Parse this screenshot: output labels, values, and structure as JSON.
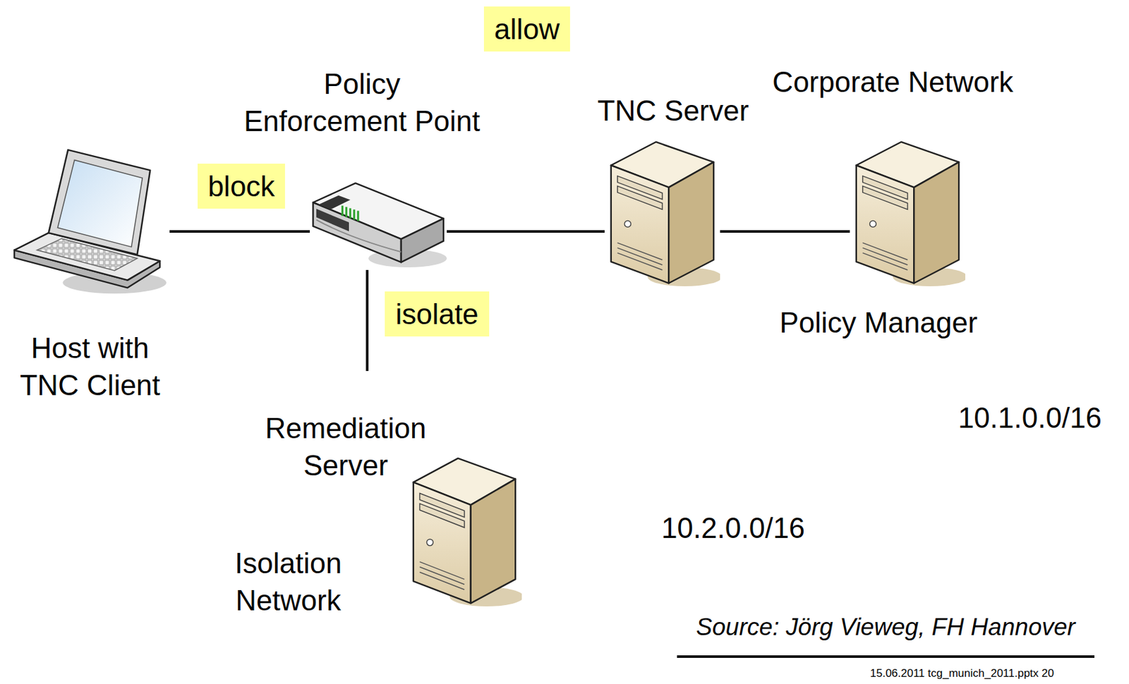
{
  "diagram": {
    "nodes": [
      {
        "text": [
          "Host with TNC Client"
        ]
      },
      {
        "text": [
          "Policy Enforcement Point"
        ]
      },
      {
        "text": [
          "Corporate Network"
        ]
      },
      {
        "text": [
          "TNC Server"
        ],
        "in": 2
      },
      {
        "text": [
          "Policy Manager"
        ],
        "in": 2
      },
      {
        "text": [
          "Isolation Network"
        ]
      },
      {
        "text": [
          "Remediation Server"
        ],
        "in": 5
      }
    ],
    "edges": [
      {
        "from": 0,
        "to": 1,
        "label": "block",
        "arrow": "none"
      },
      {
        "from": 1,
        "to": 3,
        "label": "allow",
        "arrow": "none"
      },
      {
        "from": 3,
        "to": 4,
        "arrow": "none"
      },
      {
        "from": 1,
        "to": 5,
        "label": "isolate",
        "arrow": "none"
      }
    ],
    "labels": [
      "10.1.0.0/16",
      "10.2.0.0/16",
      "Source: Jörg Vieweg, FH Hannover",
      "15.06.2011 tcg_munich_2011.pptx 20"
    ]
  }
}
